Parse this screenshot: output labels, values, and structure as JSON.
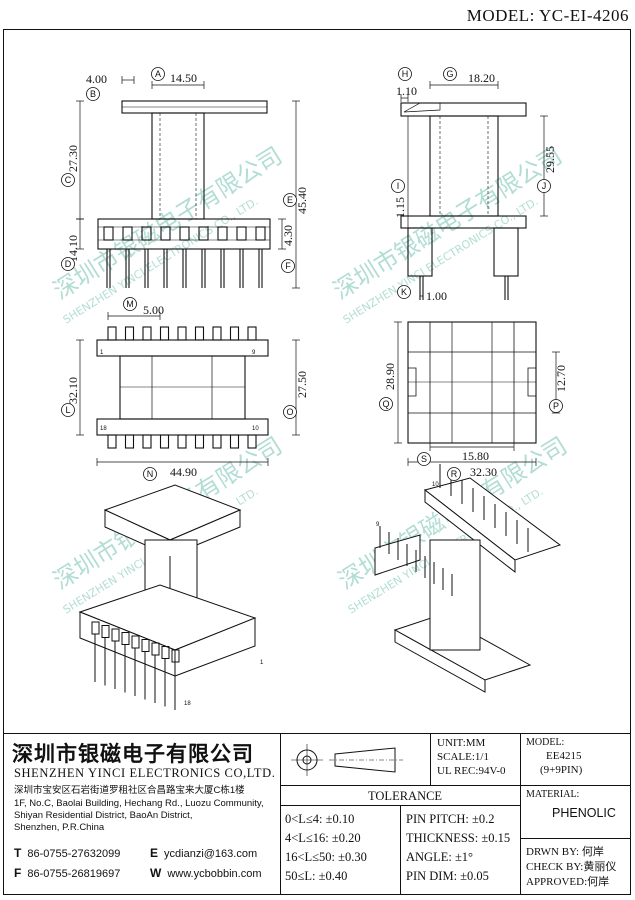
{
  "header": {
    "model": "MODEL: YC-EI-4206"
  },
  "dims": {
    "A": "14.50",
    "B": "4.00",
    "C": "27.30",
    "D": "14.10",
    "E": "45.40",
    "F": "4.30",
    "G": "18.20",
    "H": "1.10",
    "I": "1.15",
    "J": "29.55",
    "K": "1.00",
    "L": "32.10",
    "M": "5.00",
    "N": "44.90",
    "O": "27.50",
    "P": "12.70",
    "Q": "28.90",
    "R": "32.30",
    "S": "15.80"
  },
  "circle_letters": [
    "A",
    "B",
    "C",
    "D",
    "E",
    "F",
    "G",
    "H",
    "I",
    "J",
    "K",
    "L",
    "M",
    "N",
    "O",
    "P",
    "Q",
    "R",
    "S"
  ],
  "pins": {
    "p1": "1",
    "p9": "9",
    "p18": "18",
    "p10": "10",
    "iso_1": "1",
    "iso_18": "18",
    "iso_10": "10",
    "iso_9": "9"
  },
  "watermark": {
    "cn": "深圳市银磁电子有限公司",
    "en": "SHENZHEN YINCI ELECTRONICS CO., LTD."
  },
  "company": {
    "cn": "深圳市银磁电子有限公司",
    "en": "SHENZHEN YINCI ELECTRONICS CO,LTD.",
    "addr_cn": "深圳市宝安区石岩街道罗租社区合昌路宝来大厦C栋1楼",
    "addr_en": [
      "1F, No.C, Baolai Building, Hechang Rd., Luozu Community,",
      "Shiyan Residential District, BaoAn District,",
      "Shenzhen, P.R.China"
    ],
    "tel_label": "T",
    "tel": "86-0755-27632099",
    "fax_label": "F",
    "fax": "86-0755-26819697",
    "email_label": "E",
    "email": "ycdianzi@163.com",
    "web_label": "W",
    "web": "www.ycbobbin.com"
  },
  "specs": {
    "unit": "UNIT:MM",
    "scale": "SCALE:1/1",
    "ul": "UL REC:94V-0"
  },
  "model_box": {
    "label": "MODEL:",
    "value1": "EE4215",
    "value2": "(9+9PIN)"
  },
  "material": {
    "label": "MATERIAL:",
    "value": "PHENOLIC"
  },
  "tolerance": {
    "title": "TOLERANCE",
    "left": [
      "0<L≤4: ±0.10",
      "4<L≤16: ±0.20",
      "16<L≤50: ±0.30",
      "50≤L: ±0.40"
    ],
    "right": [
      "PIN PITCH: ±0.2",
      "THICKNESS: ±0.15",
      "ANGLE: ±1°",
      "PIN DIM: ±0.05"
    ]
  },
  "approval": {
    "drawn": "DRWN BY: 何岸",
    "check": "CHECK BY:黄丽仪",
    "approved": "APPROVED:何岸"
  }
}
